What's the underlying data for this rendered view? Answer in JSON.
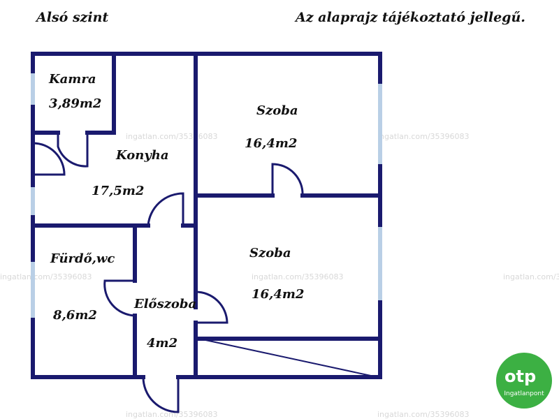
{
  "header": {
    "level": "Alsó szint",
    "disclaimer": "Az alaprajz tájékoztató jellegű."
  },
  "rooms": {
    "kamra": {
      "name": "Kamra",
      "area": "3,89m2"
    },
    "konyha": {
      "name": "Konyha",
      "area": "17,5m2"
    },
    "szoba_top": {
      "name": "Szoba",
      "area": "16,4m2"
    },
    "szoba_bottom": {
      "name": "Szoba",
      "area": "16,4m2"
    },
    "furdo": {
      "name": "Fürdő,wc",
      "area": "8,6m2"
    },
    "eloszoba": {
      "name": "Előszoba",
      "area": "4m2"
    }
  },
  "watermark": "ingatlan.com/35396083",
  "logo": {
    "brand": "otp",
    "sub": "Ingatlanpont",
    "color": "#3cb043"
  },
  "colors": {
    "wall": "#1a1a6e",
    "window": "#b9cfe6"
  }
}
